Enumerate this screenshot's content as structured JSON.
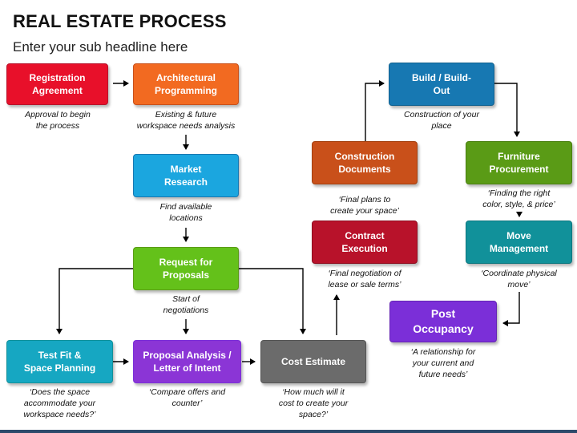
{
  "title": "REAL ESTATE PROCESS",
  "subtitle": "Enter your sub headline here",
  "colors": {
    "red": "#e8102a",
    "orange": "#f26a21",
    "blue": "#1ba6df",
    "green": "#64c11a",
    "teal": "#16a7c2",
    "purple": "#8b35d6",
    "gray": "#6b6b6b",
    "crimson": "#b8122a",
    "rust": "#c9501a",
    "navy": "#1778b2",
    "olive": "#5a9b16",
    "seagreen": "#11919a",
    "violet": "#7b2fd8"
  },
  "steps": {
    "registration": {
      "label": "Registration\nAgreement",
      "caption": "Approval to begin\nthe process"
    },
    "architectural": {
      "label": "Architectural\nProgramming",
      "caption": "Existing & future\nworkspace needs analysis"
    },
    "market": {
      "label": "Market\nResearch",
      "caption": "Find available\nlocations"
    },
    "rfp": {
      "label": "Request for\nProposals",
      "caption": "Start of\nnegotiations"
    },
    "testfit": {
      "label": "Test Fit &\nSpace Planning",
      "caption": "‘Does the space\naccommodate your\nworkspace needs?’"
    },
    "proposal": {
      "label": "Proposal Analysis /\nLetter of Intent",
      "caption": "‘Compare offers and\ncounter’"
    },
    "cost": {
      "label": "Cost Estimate",
      "caption": "‘How much will it\ncost to create your\nspace?’"
    },
    "contract": {
      "label": "Contract\nExecution",
      "caption": "‘Final negotiation of\nlease or sale terms’"
    },
    "construction": {
      "label": "Construction\nDocuments",
      "caption": "‘Final plans to\ncreate your space’"
    },
    "build": {
      "label": "Build / Build-\nOut",
      "caption": "Construction of your\nplace"
    },
    "furniture": {
      "label": "Furniture\nProcurement",
      "caption": "‘Finding the right\ncolor, style, & price’"
    },
    "move": {
      "label": "Move\nManagement",
      "caption": "‘Coordinate physical\nmove’"
    },
    "post": {
      "label": "Post\nOccupancy",
      "caption": "‘A relationship for\nyour current and\nfuture needs’"
    }
  }
}
